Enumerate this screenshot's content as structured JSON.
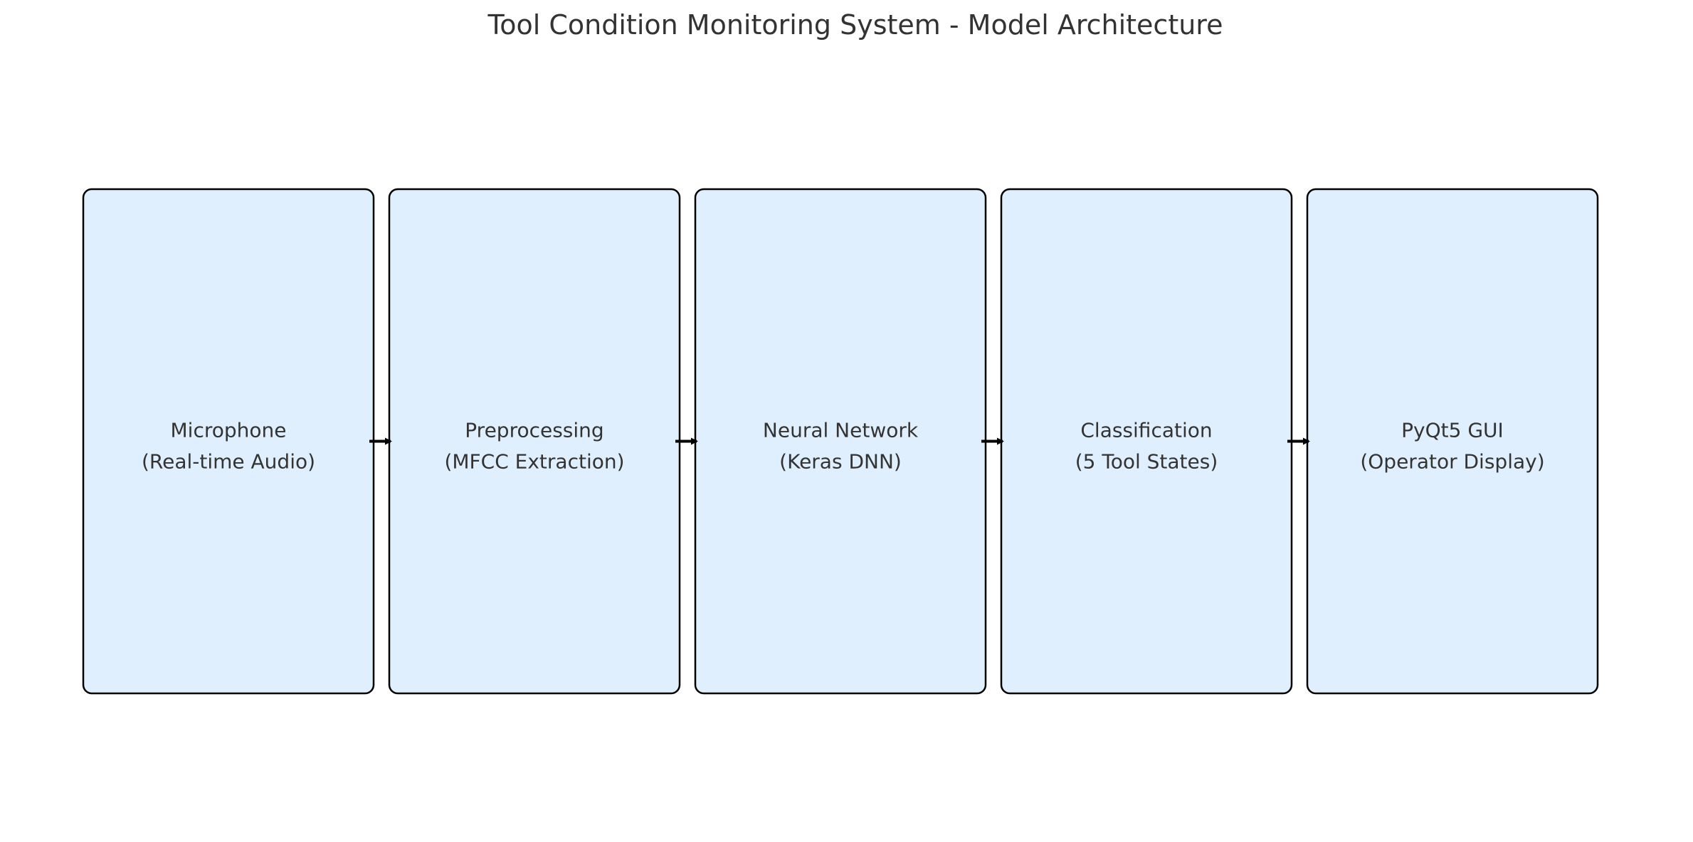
{
  "title": "Tool Condition Monitoring System - Model Architecture",
  "colors": {
    "box_fill": "#e0effd",
    "box_stroke": "#000000",
    "text": "#333333",
    "arrow": "#000000"
  },
  "stages": [
    {
      "line1": "Microphone",
      "line2": "(Real-time Audio)"
    },
    {
      "line1": "Preprocessing",
      "line2": "(MFCC Extraction)"
    },
    {
      "line1": "Neural Network",
      "line2": "(Keras DNN)"
    },
    {
      "line1": "Classification",
      "line2": "(5 Tool States)"
    },
    {
      "line1": "PyQt5 GUI",
      "line2": "(Operator Display)"
    }
  ]
}
